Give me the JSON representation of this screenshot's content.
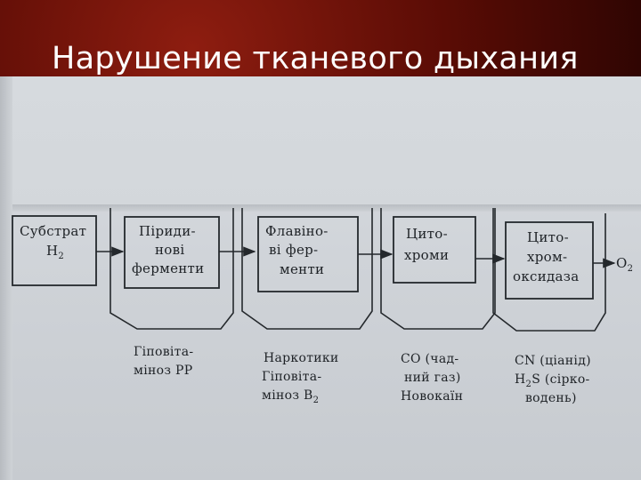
{
  "title": "Нарушение тканевого дыхания",
  "chain": {
    "substrate": {
      "line1": "Субстрат",
      "line2_main": "H",
      "line2_sub": "2"
    },
    "pyridine": {
      "line1": "Піриди-",
      "line2": "нові",
      "line3": "ферменти"
    },
    "flavin": {
      "line1": "Флавіно-",
      "line2": "ві фер-",
      "line3": "менти"
    },
    "cytochromes": {
      "line1": "Цито-",
      "line2": "хроми"
    },
    "cytochrome_oxidase": {
      "line1": "Цито-",
      "line2": "хром-",
      "line3": "оксидаза"
    },
    "product": {
      "main": "O",
      "sub": "2"
    }
  },
  "inhibitors": {
    "pyridine": {
      "line1": "Гіповіта-",
      "line2": "міноз PP"
    },
    "flavin": {
      "line1": "Наркотики",
      "line2": "Гіповіта-",
      "line3_main": "міноз B",
      "line3_sub": "2"
    },
    "cytochromes": {
      "line1": "CO (чад-",
      "line2": "ний газ)",
      "line3": "Новокаїн"
    },
    "cytochrome_oxidase": {
      "line1": "CN (ціанід)",
      "line2_main": "H",
      "line2_sub": "2",
      "line2_rest": "S (сірко-",
      "line3": "водень)"
    }
  }
}
